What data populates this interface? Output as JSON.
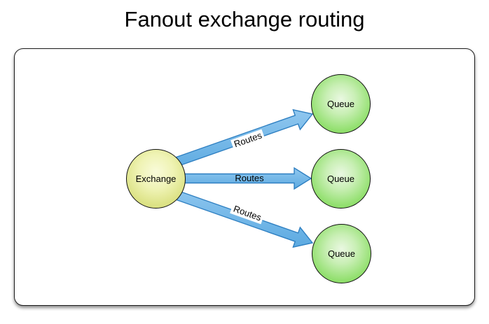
{
  "title": "Fanout exchange routing",
  "diagram": {
    "exchange": {
      "label": "Exchange"
    },
    "queues": [
      {
        "label": "Queue"
      },
      {
        "label": "Queue"
      },
      {
        "label": "Queue"
      }
    ],
    "routes": [
      {
        "label": "Routes"
      },
      {
        "label": "Routes"
      },
      {
        "label": "Routes"
      }
    ],
    "colors": {
      "background": "#ffffff",
      "exchange_fill": "#dde388",
      "queue_fill": "#86da62",
      "arrow_fill": "#74b8e8",
      "arrow_stroke": "#2e7fc1",
      "node_border": "#111111",
      "text": "#000000"
    }
  }
}
